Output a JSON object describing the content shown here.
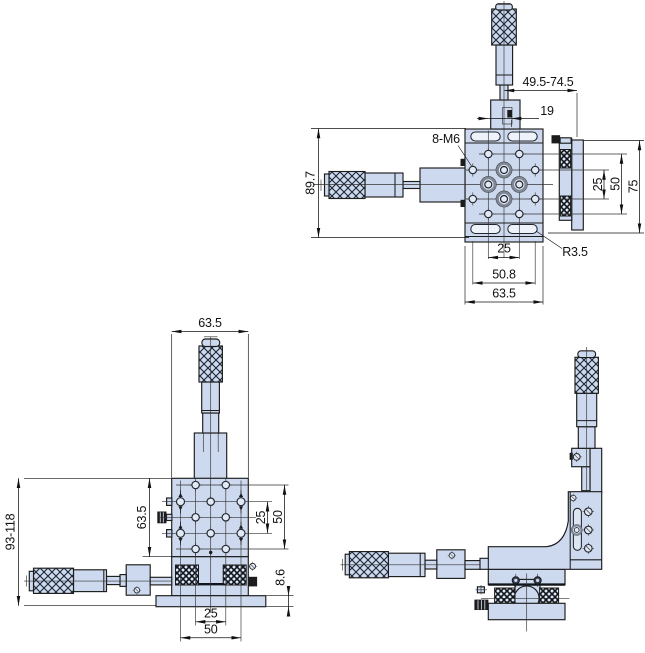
{
  "colors": {
    "background": "#ffffff",
    "body_fill": "#cdd9ee",
    "hole_fill": "#e2e9f6",
    "outline": "#1c1c1c",
    "counterbore_ring": "#7e8796",
    "dimension_text": "#111111"
  },
  "top_view": {
    "dim_travel_range": "49.5-74.5",
    "dim_19": "19",
    "callout_thread": "8-M6",
    "dim_89_7": "89.7",
    "dim_25_right": "25",
    "dim_50_right": "50",
    "dim_75_right": "75",
    "callout_radius": "R3.5",
    "dim_25_bottom": "25",
    "dim_50_8_bottom": "50.8",
    "dim_63_5_bottom": "63.5"
  },
  "front_view": {
    "dim_63_5_top": "63.5",
    "dim_height_range": "93-118",
    "dim_63_5_left": "63.5",
    "dim_25_right": "25",
    "dim_50_right": "50",
    "dim_8_6": "8.6",
    "dim_25_bottom": "25",
    "dim_50_bottom": "50"
  }
}
